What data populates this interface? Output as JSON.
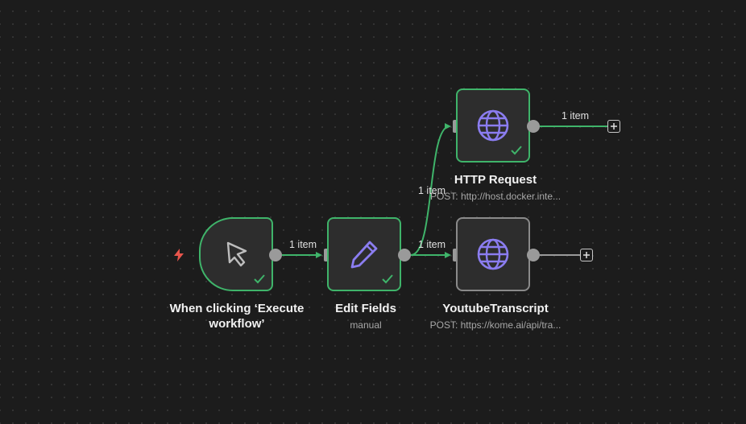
{
  "colors": {
    "canvas_bg": "#1c1c1c",
    "node_bg": "#2d2d2d",
    "success": "#3fb46a",
    "neutral_border": "#8a8a8a",
    "icon_accent": "#8b7df0",
    "trigger_bolt": "#e8554c"
  },
  "nodes": {
    "trigger": {
      "title": "When clicking ‘Execute workflow’",
      "icon": "cursor-arrow-icon",
      "status": "success"
    },
    "edit_fields": {
      "title": "Edit Fields",
      "subtitle": "manual",
      "icon": "pencil-icon",
      "status": "success"
    },
    "http_request": {
      "title": "HTTP Request",
      "subtitle": "POST: http://host.docker.inte...",
      "icon": "globe-icon",
      "status": "success"
    },
    "youtube_transcript": {
      "title": "YoutubeTranscript",
      "subtitle": "POST: https://kome.ai/api/tra...",
      "icon": "globe-icon",
      "status": "not-executed"
    }
  },
  "edges": {
    "trigger_to_edit": "1 item",
    "edit_to_http": "1 item",
    "edit_to_youtube": "1 item",
    "http_out": "1 item"
  }
}
